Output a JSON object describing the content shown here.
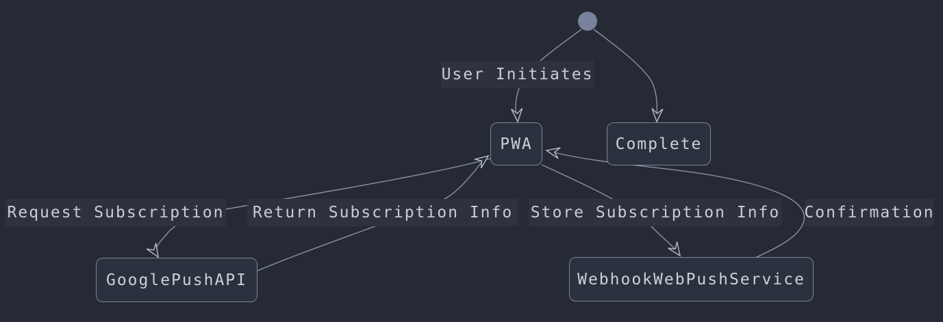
{
  "diagram": {
    "type": "state-diagram",
    "colors": {
      "background": "#262a34",
      "node_fill": "#2b313e",
      "node_border": "#7d8599",
      "node_text": "#ccd0d9",
      "edge_line": "#8a92a6",
      "edge_label_text": "#c9cdd6",
      "edge_label_bg": "#2d323d",
      "initial_dot": "#78829d",
      "arrowhead_outline": "#b0b6c4"
    },
    "initial_state": {
      "id": "initial"
    },
    "nodes": [
      {
        "id": "PWA",
        "label": "PWA"
      },
      {
        "id": "Complete",
        "label": "Complete"
      },
      {
        "id": "GooglePushAPI",
        "label": "GooglePushAPI"
      },
      {
        "id": "WebhookWebPushService",
        "label": "WebhookWebPushService"
      }
    ],
    "edges": [
      {
        "from": "initial",
        "to": "PWA",
        "label": "User Initiates"
      },
      {
        "from": "initial",
        "to": "Complete",
        "label": ""
      },
      {
        "from": "PWA",
        "to": "GooglePushAPI",
        "label": "Request Subscription"
      },
      {
        "from": "GooglePushAPI",
        "to": "PWA",
        "label": "Return Subscription Info"
      },
      {
        "from": "PWA",
        "to": "WebhookWebPushService",
        "label": "Store Subscription Info"
      },
      {
        "from": "WebhookWebPushService",
        "to": "PWA",
        "label": "Confirmation"
      }
    ]
  }
}
